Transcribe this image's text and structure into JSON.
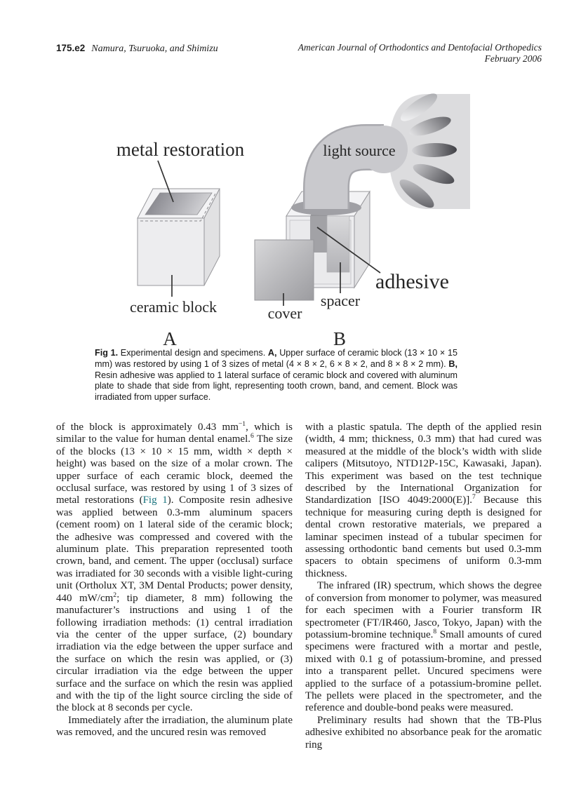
{
  "header": {
    "page_number": "175.e2",
    "authors": "Namura, Tsuruoka, and Shimizu",
    "journal_line1": "American Journal of Orthodontics and Dentofacial Orthopedics",
    "journal_line2": "February 2006"
  },
  "figure": {
    "labels": {
      "metal_restoration": "metal restoration",
      "light_source": "light source",
      "adhesive": "adhesive",
      "cover": "cover",
      "spacer": "spacer",
      "ceramic_block": "ceramic block",
      "panel_a": "A",
      "panel_b": "B"
    },
    "caption": "**Fig 1.** Experimental design and specimens. **A,** Upper surface of ceramic block (13 × 10 × 15 mm) was restored by using 1 of 3 sizes of metal (4 × 8 × 2, 6 × 8 × 2, and 8 × 8 × 2 mm). **B,** Resin adhesive was applied to 1 lateral surface of ceramic block and covered with aluminum plate to shade that side from light, representing tooth crown, band, and cement. Block was irradiated from upper surface."
  },
  "body": {
    "left_column": [
      {
        "indent": false,
        "text": "of the block is approximately 0.43 mm^−1^, which is similar to the value for human dental enamel.^6^ The size of the blocks (13 × 10 × 15 mm, width × depth × height) was based on the size of a molar crown. The upper surface of each ceramic block, deemed the occlusal surface, was restored by using 1 of 3 sizes of metal restorations ([[Fig 1]]). Composite resin adhesive was applied between 0.3-mm aluminum spacers (cement room) on 1 lateral side of the ceramic block; the adhesive was compressed and covered with the aluminum plate. This preparation represented tooth crown, band, and cement. The upper (occlusal) surface was irradiated for 30 seconds with a visible light-curing unit (Ortholux XT, 3M Dental Products; power density, 440 mW/cm^2^; tip diameter, 8 mm) following the manufacturer’s instructions and using 1 of the following irradiation methods: (1) central irradiation via the center of the upper surface, (2) boundary irradiation via the edge between the upper surface and the surface on which the resin was applied, or (3) circular irradiation via the edge between the upper surface and the surface on which the resin was applied and with the tip of the light source circling the side of the block at 8 seconds per cycle."
      },
      {
        "indent": true,
        "text": "Immediately after the irradiation, the aluminum plate was removed, and the uncured resin was removed"
      }
    ],
    "right_column": [
      {
        "indent": false,
        "text": "with a plastic spatula. The depth of the applied resin (width, 4 mm; thickness, 0.3 mm) that had cured was measured at the middle of the block’s width with slide calipers (Mitsutoyo, NTD12P-15C, Kawasaki, Japan). This experiment was based on the test technique described by the International Organization for Standardization [ISO 4049:2000(E)].^7^ Because this technique for measuring curing depth is designed for dental crown restorative materials, we prepared a laminar specimen instead of a tubular specimen for assessing orthodontic band cements but used 0.3-mm spacers to obtain specimens of uniform 0.3-mm thickness."
      },
      {
        "indent": true,
        "text": "The infrared (IR) spectrum, which shows the degree of conversion from monomer to polymer, was measured for each specimen with a Fourier transform IR spectrometer (FT/IR460, Jasco, Tokyo, Japan) with the potassium-bromine technique.^8^ Small amounts of cured specimens were fractured with a mortar and pestle, mixed with 0.1 g of potassium-bromine, and pressed into a transparent pellet. Uncured specimens were applied to the surface of a potassium-bromine pellet. The pellets were placed in the spectrometer, and the reference and double-bond peaks were measured."
      },
      {
        "indent": true,
        "text": "Preliminary results had shown that the TB-Plus adhesive exhibited no absorbance peak for the aromatic ring"
      }
    ]
  },
  "colors": {
    "fig_link": "#17727d"
  }
}
